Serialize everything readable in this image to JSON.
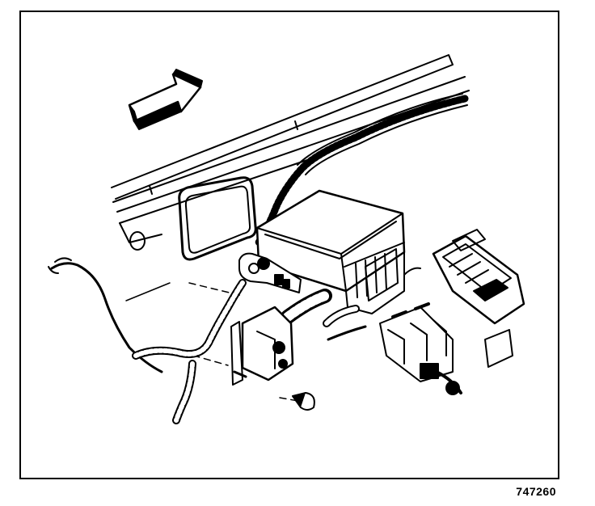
{
  "figure": {
    "number": "747260",
    "description_icons": [
      "direction-arrow-icon",
      "wiring-harness",
      "relay-box",
      "connector-assembly",
      "bolt"
    ]
  },
  "colors": {
    "ink": "#000000",
    "paper": "#ffffff"
  }
}
